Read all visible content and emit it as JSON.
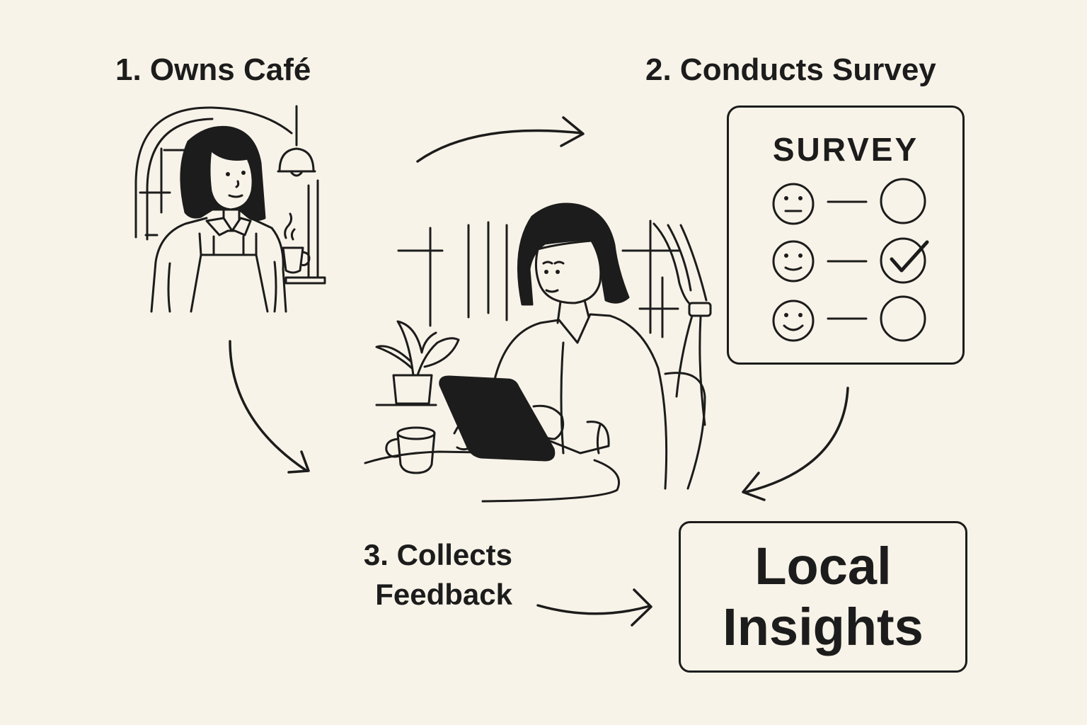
{
  "colors": {
    "background": "#f8f3e8",
    "ink": "#1c1c1c"
  },
  "steps": {
    "step1": "1. Owns Café",
    "step2": "2. Conducts Survey",
    "step3_line1": "3. Collects",
    "step3_line2": "Feedback"
  },
  "survey": {
    "title": "SURVEY",
    "rows": [
      {
        "face": "neutral-face-icon",
        "checked": false
      },
      {
        "face": "slight-smile-face-icon",
        "checked": true
      },
      {
        "face": "smile-face-icon",
        "checked": false
      }
    ]
  },
  "result": {
    "line1": "Local",
    "line2": "Insights"
  },
  "icons": [
    "cafe-owner-illustration",
    "customer-with-tablet-illustration",
    "coffee-cup-icon",
    "pendant-lamp-icon",
    "plant-icon",
    "checkmark-icon",
    "arrow-icon"
  ]
}
